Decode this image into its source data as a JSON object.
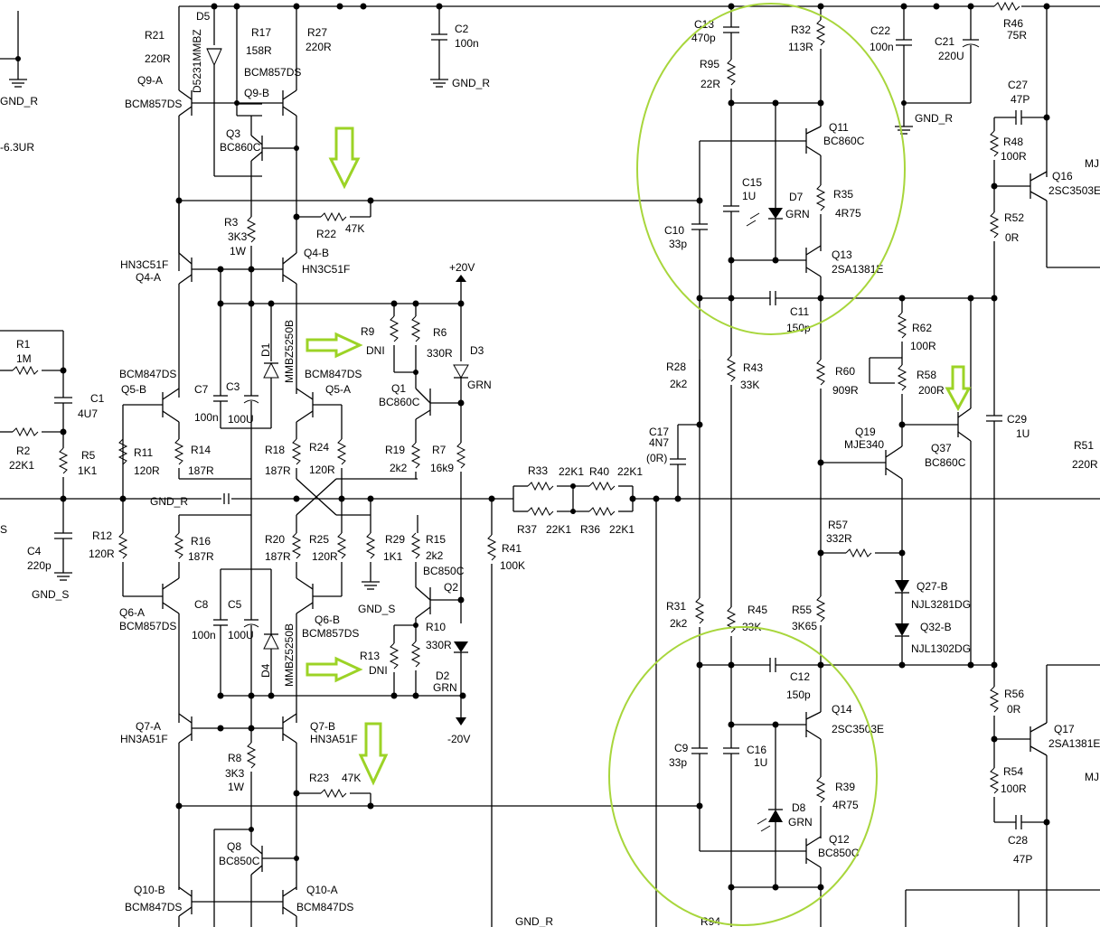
{
  "labels": {
    "gnd_r_top_left": "GND_R",
    "v63ur": "-6.3UR",
    "r21": "R21",
    "r21v": "220R",
    "d5": "D5",
    "d5v": "D5231MMBZ",
    "r17": "R17",
    "r17v": "158R",
    "bcm857ds_top": "BCM857DS",
    "r27": "R27",
    "r27v": "220R",
    "c2": "C2",
    "c2v": "100n",
    "gnd_r_c2": "GND_R",
    "q9a": "Q9-A",
    "q9a_t": "BCM857DS",
    "q9b": "Q9-B",
    "q3": "Q3",
    "q3v": "BC860C",
    "r3": "R3",
    "r3v": "3K3",
    "r3p": "1W",
    "r22": "R22",
    "r22v": "47K",
    "q4a_t": "HN3C51F",
    "q4a": "Q4-A",
    "q4b": "Q4-B",
    "q4b_t": "HN3C51F",
    "vpos": "+20V",
    "r1": "R1",
    "r1v": "1M",
    "c1": "C1",
    "c1v": "4U7",
    "r2": "R2",
    "r2v": "22K1",
    "r5": "R5",
    "r5v": "1K1",
    "s_label": "S",
    "c4": "C4",
    "c4v": "220p",
    "gnd_s_left": "GND_S",
    "q5b_t": "BCM847DS",
    "q5b": "Q5-B",
    "c7": "C7",
    "c7v": "100n",
    "c3": "C3",
    "c3v": "100U",
    "d1": "D1",
    "d1v": "MMBZ5250B",
    "bcm847ds_mid": "BCM847DS",
    "q5a": "Q5-A",
    "r9": "R9",
    "r9v": "DNI",
    "r6": "R6",
    "r6v": "330R",
    "d3": "D3",
    "d3v": "GRN",
    "q1": "Q1",
    "q1v": "BC860C",
    "r11": "R11",
    "r11v": "120R",
    "r14": "R14",
    "r14v": "187R",
    "r18": "R18",
    "r18v": "187R",
    "r24": "R24",
    "r24v": "120R",
    "r19": "R19",
    "r19v": "2k2",
    "r7": "R7",
    "r7v": "16k9",
    "gnd_r_mid": "GND_R",
    "r12": "R12",
    "r12v": "120R",
    "r16": "R16",
    "r16v": "187R",
    "r20": "R20",
    "r20v": "187R",
    "r25": "R25",
    "r25v": "120R",
    "r29": "R29",
    "r29v": "1K1",
    "r15": "R15",
    "r15v": "2k2",
    "bc850c_q2": "BC850C",
    "q2": "Q2",
    "gnd_s_mid": "GND_S",
    "q6a": "Q6-A",
    "q6a_t": "BCM857DS",
    "q6b": "Q6-B",
    "q6b_t": "BCM857DS",
    "c8": "C8",
    "c8v": "100n",
    "c5": "C5",
    "c5v": "100U",
    "d4": "D4",
    "d4v": "MMBZ5250B",
    "r13": "R13",
    "r13v": "DNI",
    "r10": "R10",
    "r10v": "330R",
    "d2": "D2",
    "d2v": "GRN",
    "vneg": "-20V",
    "q7a": "Q7-A",
    "q7a_t": "HN3A51F",
    "q7b": "Q7-B",
    "q7b_t": "HN3A51F",
    "r8": "R8",
    "r8v": "3K3",
    "r8p": "1W",
    "r23": "R23",
    "r23v": "47K",
    "q8": "Q8",
    "q8v": "BC850C",
    "q10b": "Q10-B",
    "q10b_t": "BCM847DS",
    "q10a": "Q10-A",
    "q10a_t": "BCM847DS",
    "gnd_r_bottom": "GND_R",
    "r33": "R33",
    "r33v": "22K1",
    "r40": "R40",
    "r40v": "22K1",
    "r37": "R37",
    "r37v": "22K1",
    "r36": "R36",
    "r36v": "22K1",
    "r41": "R41",
    "r41v": "100K",
    "c13": "C13",
    "c13v": "470p",
    "r95": "R95",
    "r95v": "22R",
    "r32": "R32",
    "r32v": "113R",
    "c22": "C22",
    "c22v": "100n",
    "c21": "C21",
    "c21v": "220U",
    "gnd_r_right": "GND_R",
    "r46": "R46",
    "r46v": "75R",
    "q11": "Q11",
    "q11v": "BC860C",
    "c15": "C15",
    "c15v": "1U",
    "d7": "D7",
    "d7v": "GRN",
    "r35": "R35",
    "r35v": "4R75",
    "c10": "C10",
    "c10v": "33p",
    "q13": "Q13",
    "q13v": "2SA1381E",
    "c11": "C11",
    "c11v": "150p",
    "c27": "C27",
    "c27v": "47P",
    "r48": "R48",
    "r48v": "100R",
    "q16": "Q16",
    "q16v": "2SC3503E",
    "mj_top": "MJ",
    "r52": "R52",
    "r52v": "0R",
    "r62": "R62",
    "r62v": "100R",
    "r58": "R58",
    "r58v": "200R",
    "r28": "R28",
    "r28v": "2k2",
    "r43": "R43",
    "r43v": "33K",
    "r60": "R60",
    "r60v": "909R",
    "c17": "C17",
    "c17v": "4N7",
    "c17n": "(0R)",
    "q19": "Q19",
    "q19v": "MJE340",
    "q37": "Q37",
    "q37v": "BC860C",
    "c29": "C29",
    "c29v": "1U",
    "r51": "R51",
    "r51v": "220R",
    "r57": "R57",
    "r57v": "332R",
    "q27b": "Q27-B",
    "q27bv": "NJL3281DG",
    "q32b": "Q32-B",
    "q32bv": "NJL1302DG",
    "r31": "R31",
    "r31v": "2k2",
    "r45": "R45",
    "r45v": "33K",
    "r55": "R55",
    "r55v": "3K65",
    "c12": "C12",
    "c12v": "150p",
    "q14": "Q14",
    "q14v": "2SC3503E",
    "c9": "C9",
    "c9v": "33p",
    "c16": "C16",
    "c16v": "1U",
    "r39": "R39",
    "r39v": "4R75",
    "d8": "D8",
    "d8v": "GRN",
    "q12": "Q12",
    "q12v": "BC850C",
    "r56": "R56",
    "r56v": "0R",
    "q17": "Q17",
    "q17v": "2SA1381E",
    "mj_bottom": "MJ",
    "r54": "R54",
    "r54v": "100R",
    "c28": "C28",
    "c28v": "47P",
    "r94": "R94"
  }
}
